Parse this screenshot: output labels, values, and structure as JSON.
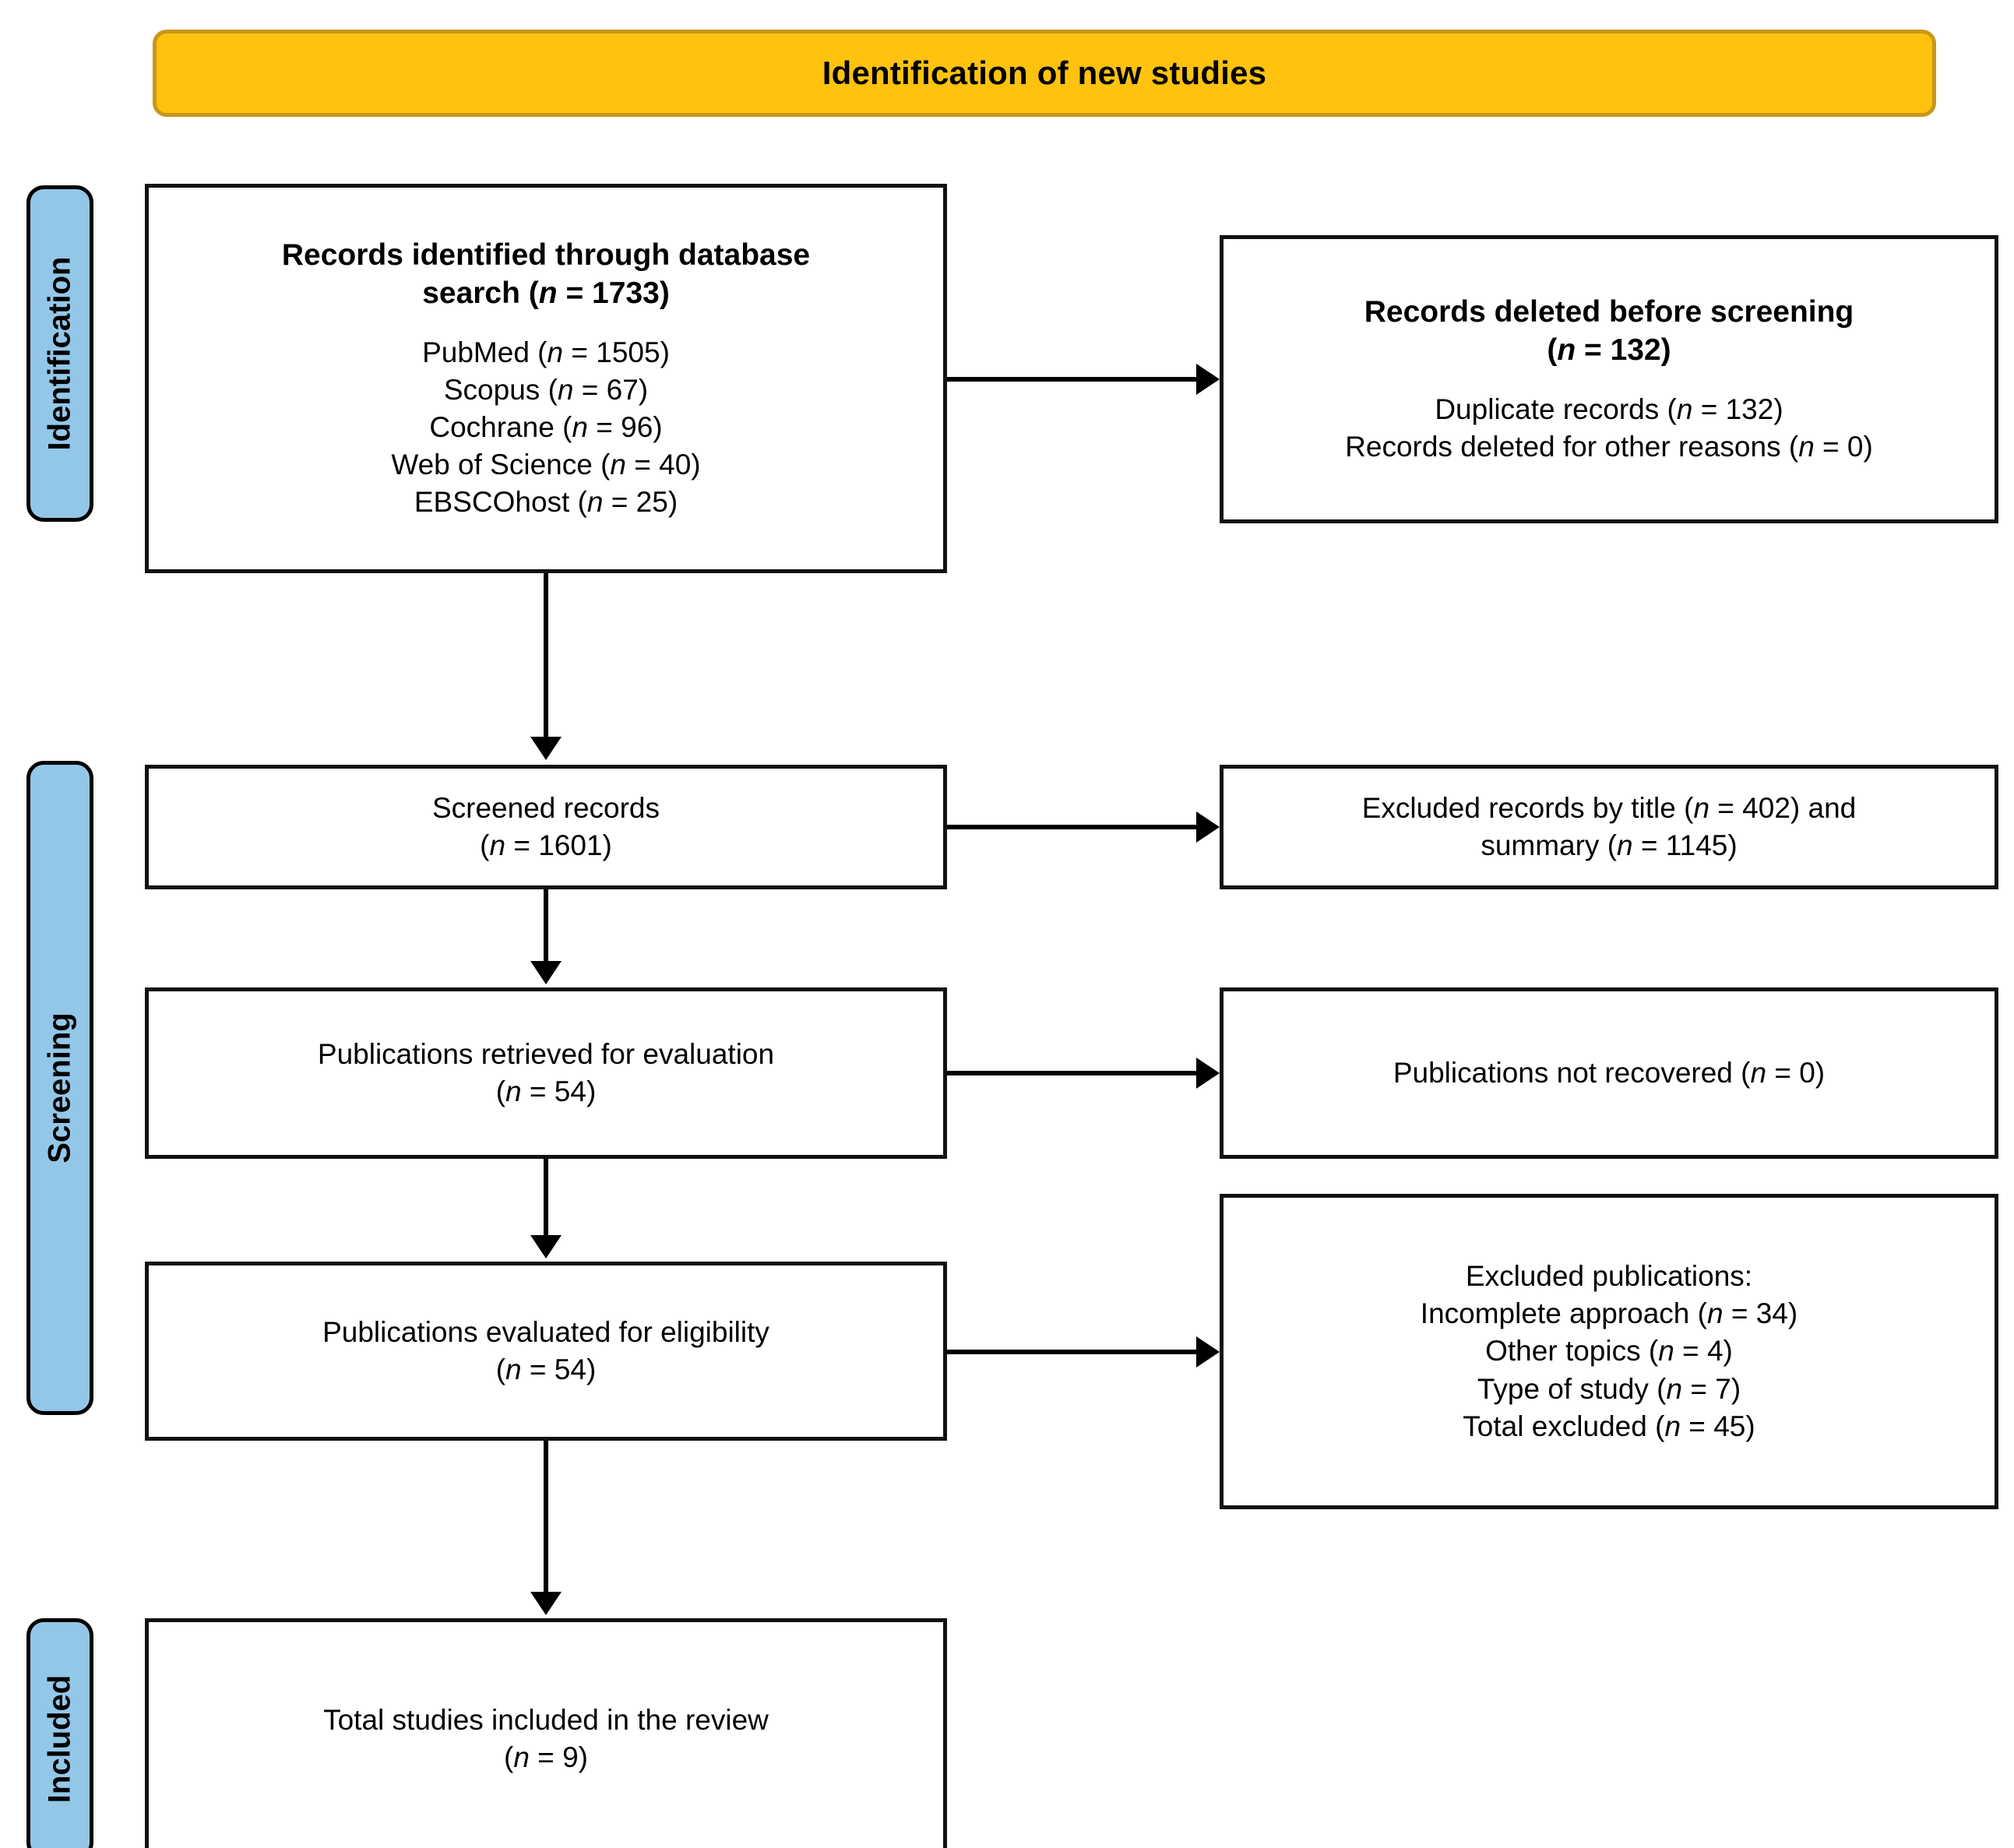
{
  "banner": {
    "title": "Identification of new studies"
  },
  "stages": [
    {
      "key": "identification",
      "label": "Identification"
    },
    {
      "key": "screening",
      "label": "Screening"
    },
    {
      "key": "included",
      "label": "Included"
    }
  ],
  "nodes": {
    "records_identified": {
      "title_line1": "Records identified through database",
      "title_line2": "search (n = 1733)",
      "sources": [
        "PubMed (n = 1505)",
        "Scopus (n = 67)",
        "Cochrane (n = 96)",
        "Web of Science (n = 40)",
        "EBSCOhost (n = 25)"
      ]
    },
    "records_deleted": {
      "title_line1": "Records deleted before screening",
      "title_line2": "(n = 132)",
      "lines": [
        "Duplicate records (n = 132)",
        "Records deleted for other reasons (n = 0)"
      ]
    },
    "screened_records": {
      "lines": [
        "Screened records",
        "(n = 1601)"
      ]
    },
    "excluded_by_title": {
      "lines": [
        "Excluded records by title (n = 402) and",
        "summary (n = 1145)"
      ]
    },
    "publications_retrieved": {
      "lines": [
        "Publications retrieved for evaluation",
        "(n = 54)"
      ]
    },
    "publications_not_recovered": {
      "lines": [
        "Publications not recovered (n = 0)"
      ]
    },
    "publications_evaluated": {
      "lines": [
        "Publications evaluated for eligibility",
        "(n = 54)"
      ]
    },
    "excluded_publications": {
      "lines": [
        "Excluded publications:",
        "Incomplete approach (n = 34)",
        "Other topics (n = 4)",
        "Type of study (n = 7)",
        "Total excluded (n = 45)"
      ]
    },
    "total_included": {
      "lines": [
        "Total studies included in the review",
        "(n = 9)"
      ]
    }
  },
  "chart_data": {
    "type": "diagram",
    "title": "PRISMA flow diagram of new studies",
    "flow": [
      {
        "stage": "Identification",
        "node": "Records identified through database search",
        "n": 1733
      },
      {
        "stage": "Identification",
        "node": "PubMed",
        "n": 1505
      },
      {
        "stage": "Identification",
        "node": "Scopus",
        "n": 67
      },
      {
        "stage": "Identification",
        "node": "Cochrane",
        "n": 96
      },
      {
        "stage": "Identification",
        "node": "Web of Science",
        "n": 40
      },
      {
        "stage": "Identification",
        "node": "EBSCOhost",
        "n": 25
      },
      {
        "stage": "Identification",
        "node": "Records deleted before screening",
        "n": 132
      },
      {
        "stage": "Identification",
        "node": "Duplicate records",
        "n": 132
      },
      {
        "stage": "Identification",
        "node": "Records deleted for other reasons",
        "n": 0
      },
      {
        "stage": "Screening",
        "node": "Screened records",
        "n": 1601
      },
      {
        "stage": "Screening",
        "node": "Excluded records by title",
        "n": 402
      },
      {
        "stage": "Screening",
        "node": "Excluded records by summary",
        "n": 1145
      },
      {
        "stage": "Screening",
        "node": "Publications retrieved for evaluation",
        "n": 54
      },
      {
        "stage": "Screening",
        "node": "Publications not recovered",
        "n": 0
      },
      {
        "stage": "Screening",
        "node": "Publications evaluated for eligibility",
        "n": 54
      },
      {
        "stage": "Screening",
        "node": "Excluded: Incomplete approach",
        "n": 34
      },
      {
        "stage": "Screening",
        "node": "Excluded: Other topics",
        "n": 4
      },
      {
        "stage": "Screening",
        "node": "Excluded: Type of study",
        "n": 7
      },
      {
        "stage": "Screening",
        "node": "Total excluded",
        "n": 45
      },
      {
        "stage": "Included",
        "node": "Total studies included in the review",
        "n": 9
      }
    ]
  },
  "colors": {
    "banner_fill": "#FFC20E",
    "banner_border": "#C8961A",
    "stage_tab_fill": "#93C7E8",
    "box_border": "#111111",
    "background": "#FFFFFF"
  }
}
